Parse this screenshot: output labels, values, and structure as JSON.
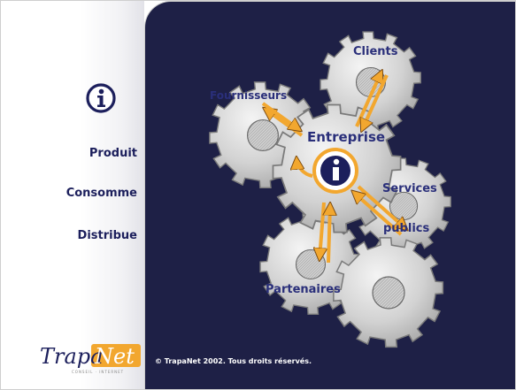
{
  "sidebar": {
    "logo_icon": "info-circle-icon",
    "items": [
      {
        "label": "Produit"
      },
      {
        "label": "Consomme"
      },
      {
        "label": "Distribue"
      }
    ],
    "brand": {
      "part1": "Trapa",
      "part2": "Net",
      "tagline": "CONSEIL · INTERNET"
    }
  },
  "diagram": {
    "center": {
      "label": "Entreprise",
      "icon": "info-circle-icon"
    },
    "nodes": [
      {
        "label": "Clients"
      },
      {
        "label": "Fournisseurs"
      },
      {
        "label": "Services"
      },
      {
        "label": "publics"
      },
      {
        "label": "Partenaires"
      }
    ]
  },
  "footer": {
    "copyright": "© TrapaNet 2002. Tous droits réservés."
  },
  "colors": {
    "background": "#1e2046",
    "gear": "#d4d4d4",
    "arrow": "#f2a72f",
    "text": "#2a2f7a",
    "sidebar_text": "#1c1f5c"
  }
}
